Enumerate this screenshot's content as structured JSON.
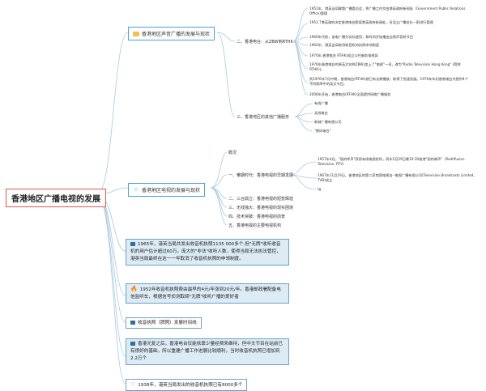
{
  "root": "香港地区广播电视的发展",
  "radio": {
    "label": "香港地区声音广播的发展与现状",
    "sub2": "二、香港电台：从ZBW到RTHK",
    "sub2_items": [
      "1951年，港英当局解散广播委员会，将广播工作交由港英政府新闻处（Government Public Relations Office)管理",
      "1953.7港英政府决定香港电台脱离港英政府新闻处，另设立广播处长一职进行管理",
      "1960年代前，该电广播为实际使用，和时间开始播出自然声音研节目",
      "1962年，港英当局取消收音机的执照申领制度",
      "1970年,香港电台 RTHK)成立公共服务电视部",
      "1976年香港电台的原英文名称ZBW(加上了\"电视\"一词，改为\"Radio Television Hong Kong\" (简称RTHK))。",
      "到1976年7月中期，香港电台(RTHK)就已有长期播放，取得了急速发展。1976年年初香港电台共提供4个不同频率中的英文节目。",
      "2006年开始，香港电台(RTHK)全面提供网络广播服务"
    ],
    "sub3": "三、香港地区的其他广播服务",
    "sub3_items": [
      "有线广播",
      "无线电台",
      "新城广播有限公司",
      "\"数码电台\""
    ]
  },
  "tv": {
    "label": "香港地区电视的发展与现状",
    "overview": "概况",
    "sub1": "一、雏期时代：香港电视的早期发展",
    "sub1_items": [
      "1957年4月，\"丽的呼声\"获授有线电视权利，同年5月29日晚19:30香港\"丽的映声\"（Rediffusion Television, RTV）",
      "1967年11月19日，香港地区的第二家商营电视台--电视广播有限公司(Television Broadcasts Limited, TVB)成立",
      "tg"
    ],
    "sub2": "二、三台鼎立：香港电视的短暂辉煌",
    "sub3": "三、无线独大：香港电视的现实困境",
    "sub4": "四、技术突破：香港电视的前景",
    "sub5": "五、香港电视的主要电视机构"
  },
  "cards": [
    "1965年，港英当局共发出收音机执照1135 000多个,但\"无牌\"收听收音机的用户估计超过60万。庞大的\"非法\"收听人数，使得当局无法执法管控，港英当局最终在这一一年取消了收音机执照的申领制度。",
    "1952年收音机执照费由最早的4元/年涨到20元/年。香港邮政署配备电信监听车，根据信号侦测取缔\"无牌\"收听广播的爱好者",
    "收音执照（牌照）发展时间线",
    "香港光复之后，香港电台仅能依靠少量经费来维持，但中文节目在站前已有很好的基础，所以重建广播工作进展比较顺利，当时收音机执照已增加到2.2万个",
    "1938年，港英当局发出的收音机执照已有8000多个"
  ]
}
